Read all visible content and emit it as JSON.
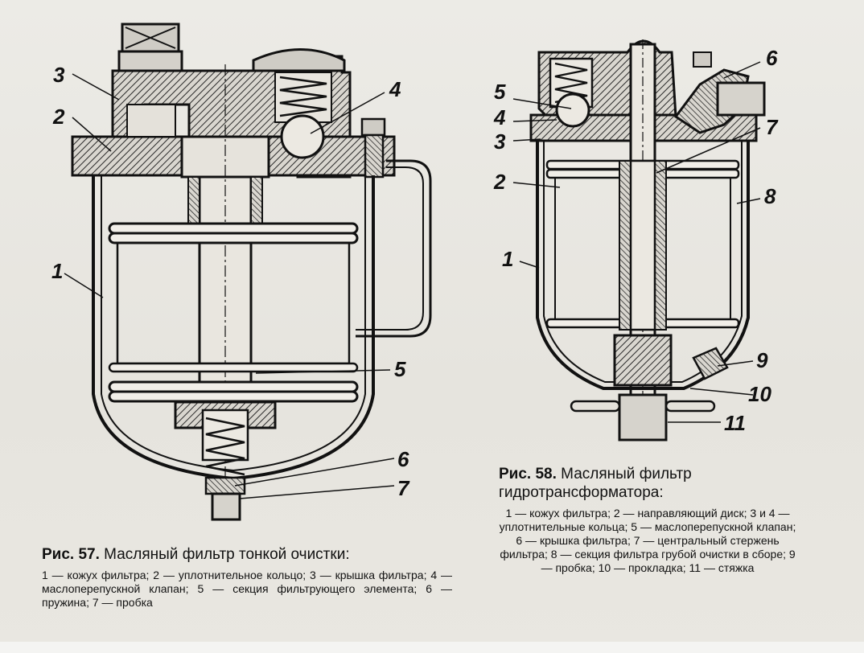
{
  "figures": [
    {
      "id": "fig57",
      "callouts": [
        "1",
        "2",
        "3",
        "4",
        "5",
        "6",
        "7"
      ],
      "caption": {
        "label": "Рис. 57.",
        "title": "Масляный фильтр тонкой очистки:",
        "legend": "1 — кожух фильтра; 2 — уплотнительное кольцо; 3 — крышка фильтра; 4 — маслоперепускной клапан; 5 — секция фильтрующего элемента; 6 — пружина; 7 — пробка"
      }
    },
    {
      "id": "fig58",
      "callouts": [
        "1",
        "2",
        "3",
        "4",
        "5",
        "6",
        "7",
        "8",
        "9",
        "10",
        "11"
      ],
      "caption": {
        "label": "Рис. 58.",
        "title": "Масляный фильтр гидротрансформатора:",
        "legend": "1 — кожух фильтра; 2 — направляющий диск; 3 и 4 — уплотнительные кольца; 5 — маслоперепускной клапан; 6 — крышка фильтра; 7 — центральный стержень фильтра; 8 — секция фильтра грубой очистки в сборе; 9 — пробка; 10 — прокладка; 11 — стяжка"
      }
    }
  ],
  "colors": {
    "ink": "#1a1a1a",
    "paper": "#e9e6df",
    "hatch": "#3a3a3a"
  }
}
